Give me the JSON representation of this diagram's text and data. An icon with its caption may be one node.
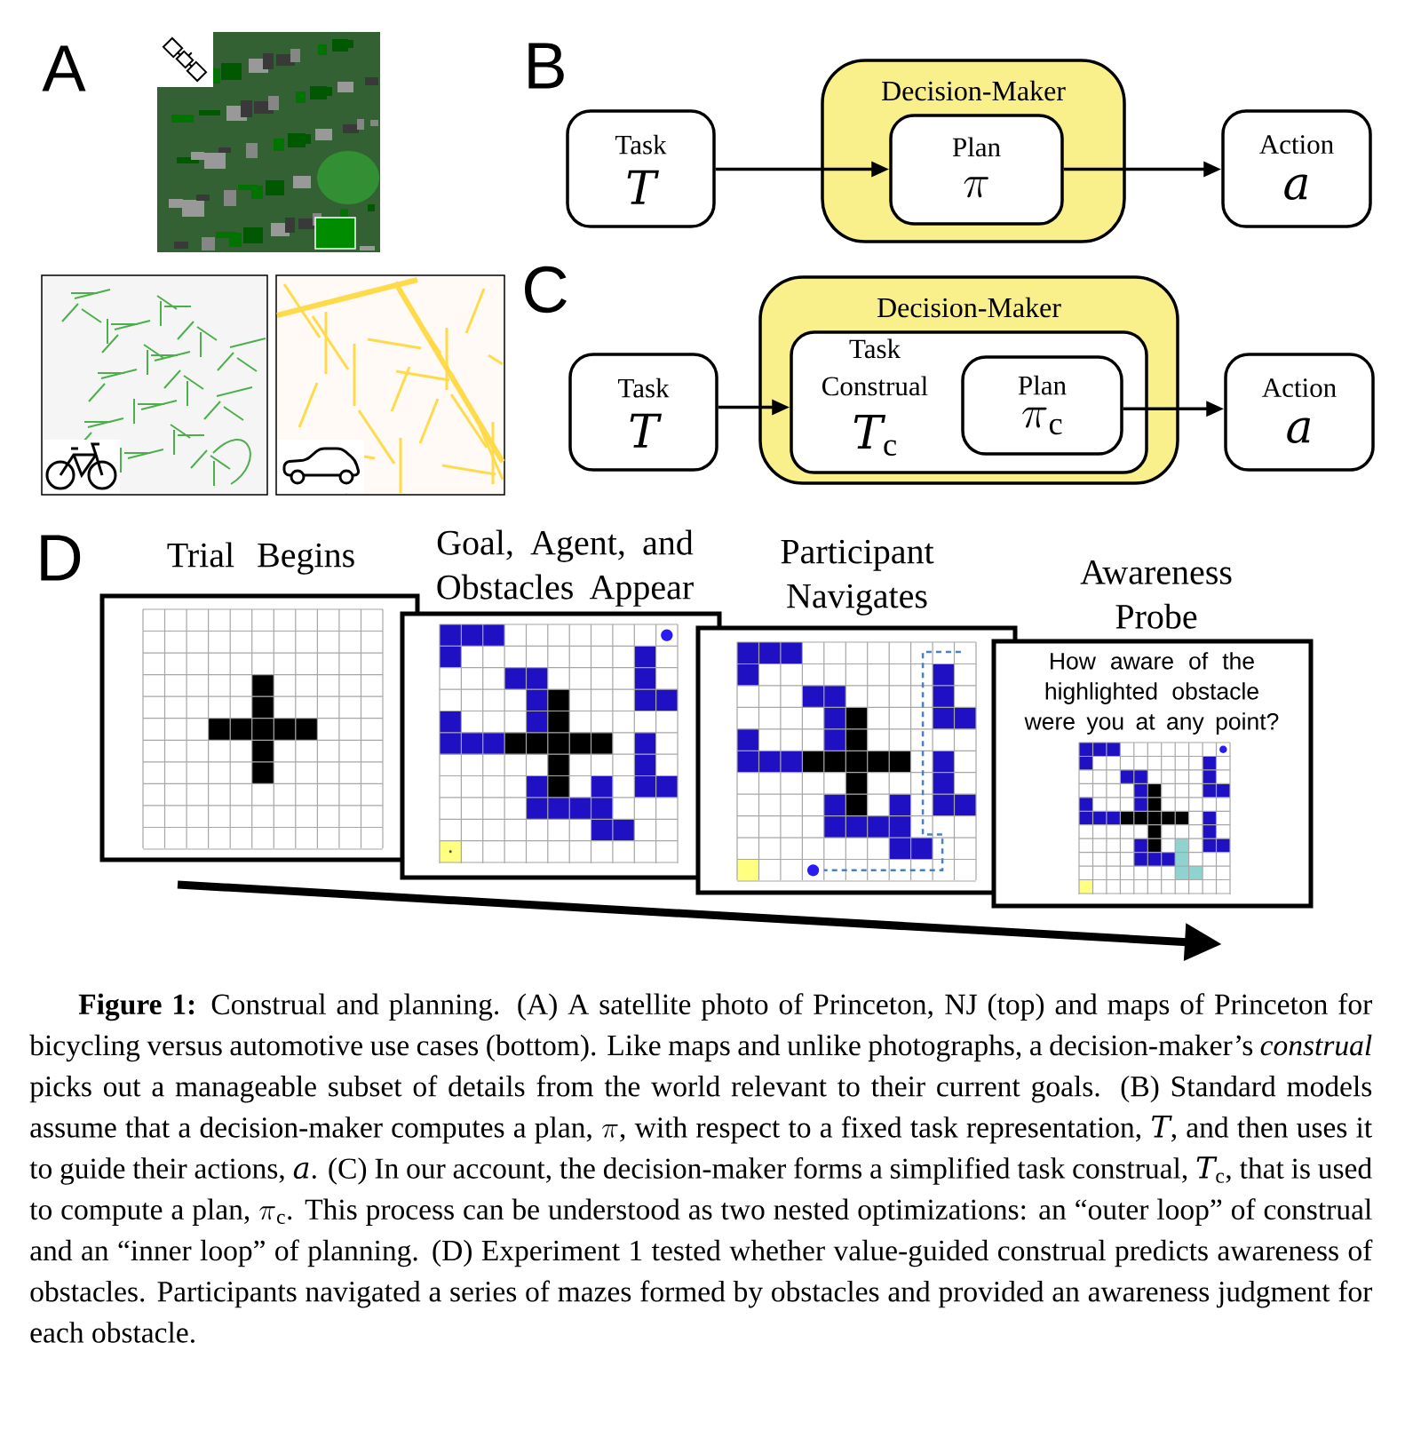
{
  "diagram": {
    "nodes": [
      {
        "text": [
          "Task",
          "𝑇"
        ]
      },
      {
        "text": [
          "Decision-Maker"
        ]
      },
      {
        "text": [
          "Plan",
          "π"
        ],
        "in": 1
      },
      {
        "text": [
          "Action",
          "𝑎"
        ]
      },
      {
        "text": [
          "Task",
          "𝑇"
        ]
      },
      {
        "text": [
          "Decision-Maker"
        ]
      },
      {
        "text": [
          "Task Construal",
          "𝑇$_{c}$"
        ],
        "in": 5
      },
      {
        "text": [
          "Plan",
          "π$_{c}$"
        ],
        "in": 6
      },
      {
        "text": [
          "Action",
          "𝑎"
        ]
      },
      {
        "text": [
          "Trial Begins"
        ]
      },
      {
        "text": [
          "Goal, Agent, and Obstacles Appear"
        ]
      },
      {
        "text": [
          "Participant Navigates"
        ]
      },
      {
        "text": [
          "Awareness Probe",
          "How aware of the highlighted obstacle were you at any point?"
        ]
      }
    ],
    "edges": [
      {
        "from": 0,
        "to": 2,
        "arrow": "to"
      },
      {
        "from": 2,
        "to": 3,
        "arrow": "to"
      },
      {
        "from": 4,
        "to": 6,
        "arrow": "to"
      },
      {
        "from": 7,
        "to": 8,
        "arrow": "to"
      }
    ],
    "labels": [
      "A",
      "B",
      "C",
      "D"
    ],
    "caption": "**Figure 1:** Construal and planning. (A) A satellite photo of Princeton, NJ (top) and maps of Princeton for bicycling versus automotive use cases (bottom). Like maps and unlike photographs, a decision-maker’s *construal* picks out a manageable subset of details from the world relevant to their current goals. (B) Standard models assume that a decision-maker computes a plan, π, with respect to a fixed task representation, 𝑇, and then uses it to guide their actions, 𝑎. (C) In our account, the decision-maker forms a simplified task construal, 𝑇$_{c}$, that is used to compute a plan, π$_{c}$. This process can be understood as two nested optimizations: an “outer loop” of construal and an “inner loop” of planning. (D) Experiment 1 tested whether value-guided construal predicts awareness of obstacles. Participants navigated a series of mazes formed by obstacles and provided an awareness judgment for each obstacle."
  }
}
